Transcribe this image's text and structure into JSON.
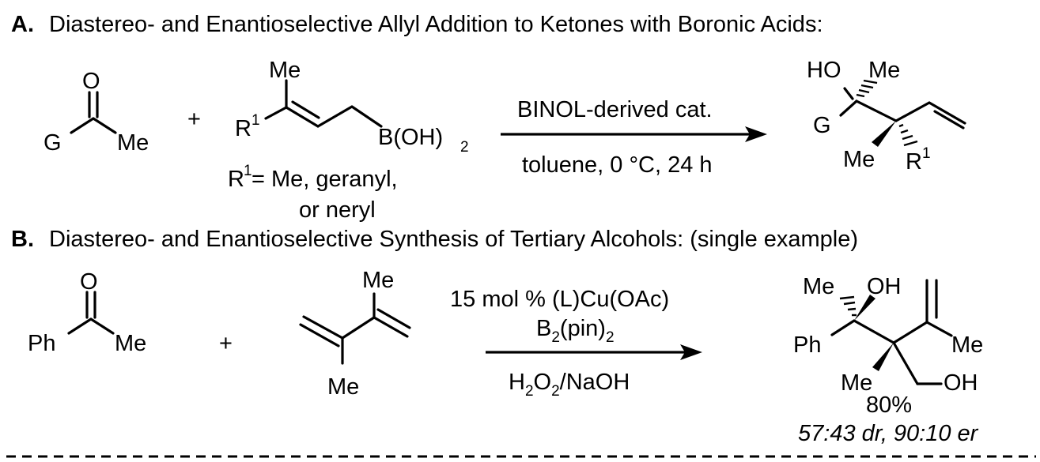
{
  "section_a": {
    "letter": "A.",
    "title": "Diastereo- and Enantioselective Allyl Addition to Ketones with Boronic Acids:",
    "ketone": {
      "o": "O",
      "g": "G",
      "me": "Me"
    },
    "plus": "+",
    "boronic": {
      "me": "Me",
      "r": "R",
      "r_sup": "1",
      "b": "B(OH)",
      "b_sub": "2"
    },
    "r_note_line1_pre": "R",
    "r_note_sup": "1",
    "r_note_line1_post": " = Me, geranyl,",
    "r_note_line2": "or neryl",
    "conditions_above": "BINOL-derived cat.",
    "conditions_below": "toluene, 0 °C, 24 h",
    "product": {
      "ho": "HO",
      "me_top": "Me",
      "g": "G",
      "me_bottom": "Me",
      "r": "R",
      "r_sup": "1"
    }
  },
  "section_b": {
    "letter": "B.",
    "title": "Diastereo- and Enantioselective Synthesis of Tertiary Alcohols: (single example)",
    "ketone": {
      "o": "O",
      "ph": "Ph",
      "me": "Me"
    },
    "plus": "+",
    "diene": {
      "me_top": "Me",
      "me_bottom": "Me"
    },
    "conditions_line1": "15 mol % (L)Cu(OAc)",
    "conditions_line2_pre": "B",
    "conditions_line2_sub1": "2",
    "conditions_line2_mid": "(pin)",
    "conditions_line2_sub2": "2",
    "conditions_below_pre": "H",
    "conditions_below_sub1": "2",
    "conditions_below_mid": "O",
    "conditions_below_sub2": "2",
    "conditions_below_post": "/NaOH",
    "product": {
      "me_top": "Me",
      "oh_top": "OH",
      "ph": "Ph",
      "me_right": "Me",
      "me_bottom": "Me",
      "oh_bottom": "OH"
    },
    "yield": "80%",
    "selectivity": "57:43 dr, 90:10 er"
  }
}
